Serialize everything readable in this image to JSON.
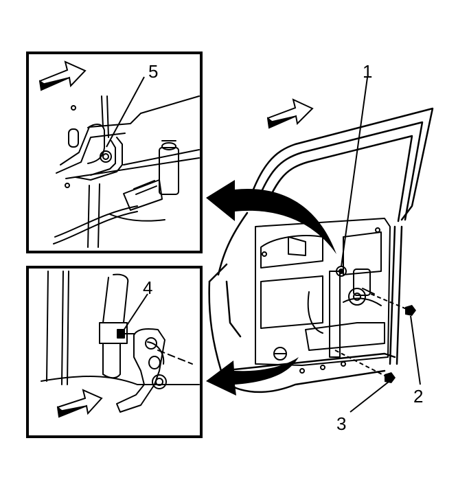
{
  "diagram": {
    "subject": "front-door-window-regulator-removal",
    "callouts": {
      "c1": "1",
      "c2": "2",
      "c3": "3",
      "c4": "4",
      "c5": "5"
    },
    "icons": {
      "direction_arrow": "forward-arrow-icon",
      "rotate_arrow": "curved-removal-arrow-icon",
      "fastener": "bolt-icon"
    },
    "colors": {
      "line": "#000000",
      "fill": "#ffffff",
      "arrow_fill": "#000000"
    }
  }
}
